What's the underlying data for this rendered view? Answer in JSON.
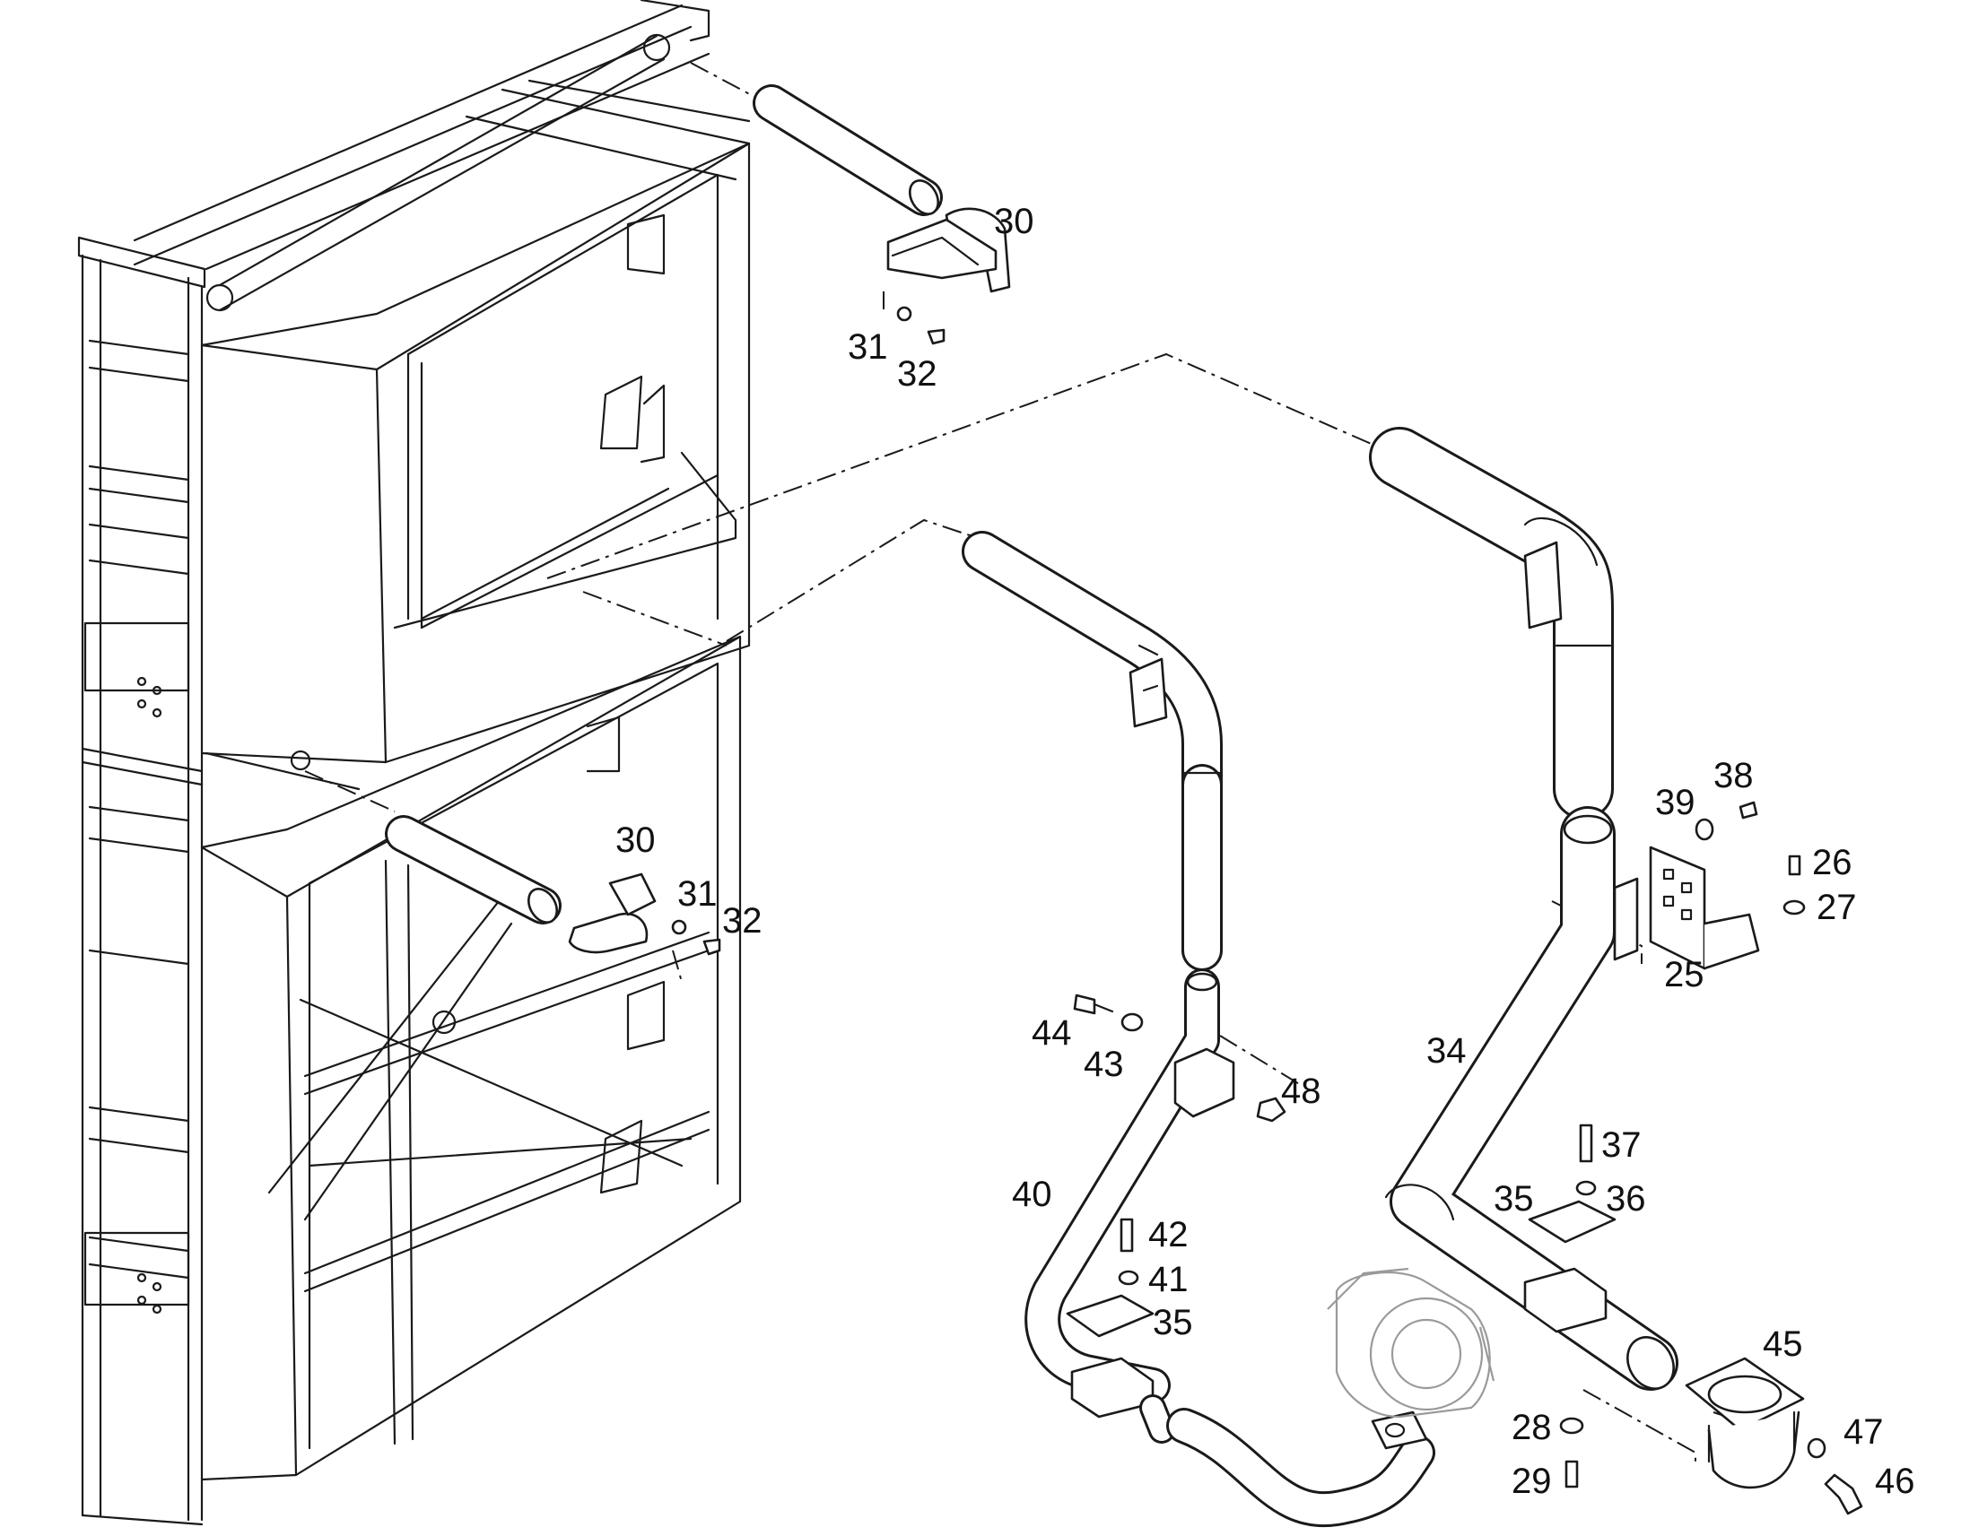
{
  "diagram": {
    "callouts": [
      {
        "id": "c30a",
        "text": "30"
      },
      {
        "id": "c31a",
        "text": "31"
      },
      {
        "id": "c32a",
        "text": "32"
      },
      {
        "id": "c30b",
        "text": "30"
      },
      {
        "id": "c31b",
        "text": "31"
      },
      {
        "id": "c32b",
        "text": "32"
      },
      {
        "id": "c38",
        "text": "38"
      },
      {
        "id": "c39",
        "text": "39"
      },
      {
        "id": "c26",
        "text": "26"
      },
      {
        "id": "c27",
        "text": "27"
      },
      {
        "id": "c25",
        "text": "25"
      },
      {
        "id": "c34",
        "text": "34"
      },
      {
        "id": "c44",
        "text": "44"
      },
      {
        "id": "c43",
        "text": "43"
      },
      {
        "id": "c48",
        "text": "48"
      },
      {
        "id": "c40",
        "text": "40"
      },
      {
        "id": "c42",
        "text": "42"
      },
      {
        "id": "c41",
        "text": "41"
      },
      {
        "id": "c35a",
        "text": "35"
      },
      {
        "id": "c37",
        "text": "37"
      },
      {
        "id": "c35b",
        "text": "35"
      },
      {
        "id": "c36",
        "text": "36"
      },
      {
        "id": "c45",
        "text": "45"
      },
      {
        "id": "c28",
        "text": "28"
      },
      {
        "id": "c47",
        "text": "47"
      },
      {
        "id": "c29",
        "text": "29"
      },
      {
        "id": "c46",
        "text": "46"
      }
    ],
    "colors": {
      "line": "#1a1a1a",
      "background": "#ffffff",
      "ghost": "#9a9a9a"
    }
  }
}
